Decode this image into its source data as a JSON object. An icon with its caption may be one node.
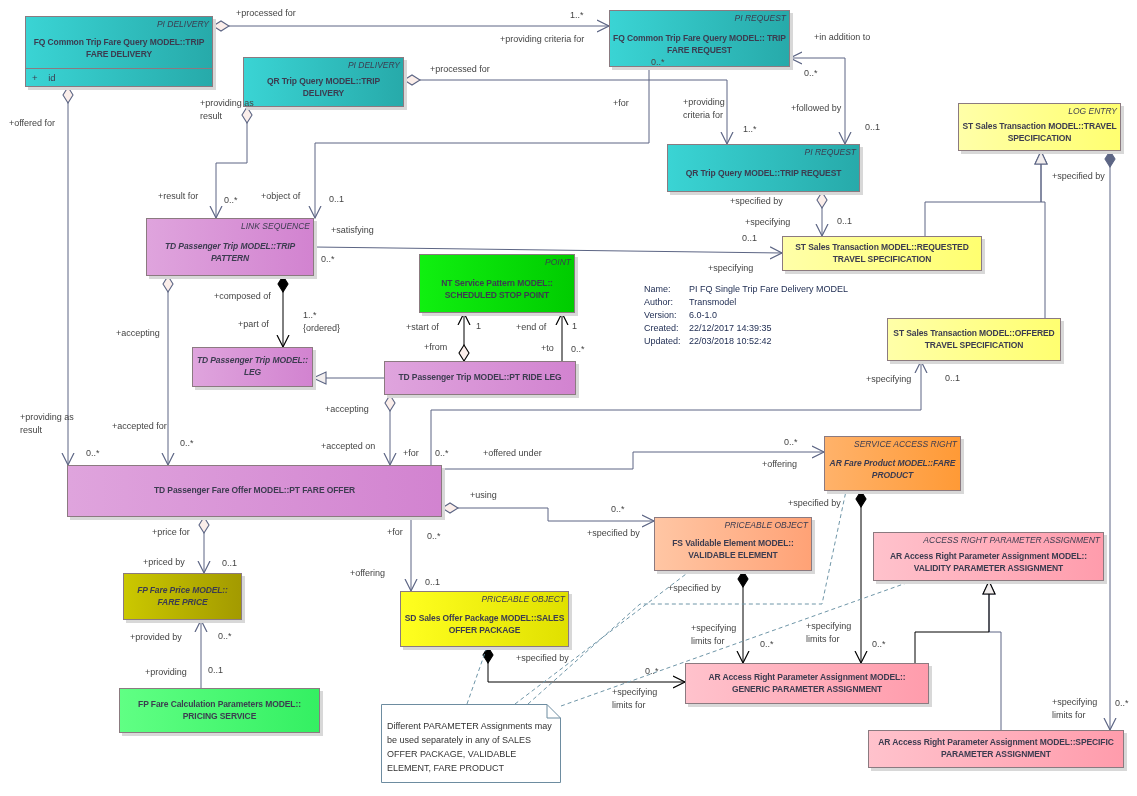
{
  "diagram": {
    "nodes": [
      {
        "text": [
          "PI DELIVERY",
          "FQ Common Trip Fare Query MODEL::TRIP FARE DELIVERY",
          "+ id"
        ]
      },
      {
        "text": [
          "PI REQUEST",
          "FQ Common Trip Fare Query MODEL:: TRIP FARE REQUEST"
        ]
      },
      {
        "text": [
          "PI DELIVERY",
          "QR Trip Query MODEL::TRIP DELIVERY"
        ]
      },
      {
        "text": [
          "PI REQUEST",
          "QR Trip Query MODEL::TRIP REQUEST"
        ]
      },
      {
        "text": [
          "LOG ENTRY",
          "ST Sales Transaction MODEL::TRAVEL SPECIFICATION"
        ]
      },
      {
        "text": [
          "LINK SEQUENCE",
          "TD Passenger Trip MODEL::TRIP PATTERN"
        ]
      },
      {
        "text": [
          "ST Sales Transaction MODEL::REQUESTED TRAVEL SPECIFICATION"
        ]
      },
      {
        "text": [
          "POINT",
          "NT Service Pattern MODEL:: SCHEDULED STOP POINT"
        ]
      },
      {
        "text": [
          "ST Sales Transaction MODEL::OFFERED TRAVEL SPECIFICATION"
        ]
      },
      {
        "text": [
          "TD Passenger Trip MODEL:: LEG"
        ]
      },
      {
        "text": [
          "TD Passenger Trip MODEL::PT RIDE LEG"
        ]
      },
      {
        "text": [
          "SERVICE ACCESS RIGHT",
          "AR Fare Product MODEL::FARE PRODUCT"
        ]
      },
      {
        "text": [
          "TD Passenger Fare Offer MODEL::PT FARE OFFER"
        ]
      },
      {
        "text": [
          "PRICEABLE OBJECT",
          "FS Validable Element MODEL:: VALIDABLE ELEMENT"
        ]
      },
      {
        "text": [
          "ACCESS RIGHT PARAMETER ASSIGNMENT",
          "AR Access Right Parameter Assignment MODEL:: VALIDITY PARAMETER ASSIGNMENT"
        ]
      },
      {
        "text": [
          "FP Fare Price MODEL:: FARE PRICE"
        ]
      },
      {
        "text": [
          "PRICEABLE OBJECT",
          "SD Sales Offer Package MODEL::SALES OFFER PACKAGE"
        ]
      },
      {
        "text": [
          "FP Fare Calculation Parameters MODEL:: PRICING SERVICE"
        ]
      },
      {
        "text": [
          "AR Access Right Parameter Assignment MODEL:: GENERIC PARAMETER ASSIGNMENT"
        ]
      },
      {
        "text": [
          "Different PARAMETER Assignments may be used separately in any of SALES OFFER PACKAGE, VALIDABLE ELEMENT, FARE PRODUCT"
        ]
      },
      {
        "text": [
          "AR Access Right Parameter Assignment MODEL::SPECIFIC PARAMETER ASSIGNMENT"
        ]
      }
    ],
    "edges": [
      {
        "from": 0,
        "to": 1,
        "arrow": "to"
      },
      {
        "from": 2,
        "to": 3,
        "arrow": "to"
      },
      {
        "from": 1,
        "to": 5,
        "arrow": "to"
      },
      {
        "from": 1,
        "to": 3,
        "arrow": "both"
      },
      {
        "from": 2,
        "to": 5,
        "arrow": "to"
      },
      {
        "from": 0,
        "to": 12,
        "arrow": "to"
      },
      {
        "from": 5,
        "to": 6,
        "arrow": "to"
      },
      {
        "from": 3,
        "to": 6,
        "arrow": "to"
      },
      {
        "from": 6,
        "to": 4,
        "arrow": "to"
      },
      {
        "from": 8,
        "to": 4,
        "arrow": "to"
      },
      {
        "from": 4,
        "to": 20,
        "arrow": "to"
      },
      {
        "from": 5,
        "to": 9,
        "arrow": "to",
        "color": "#000000"
      },
      {
        "from": 5,
        "to": 12,
        "arrow": "to"
      },
      {
        "from": 10,
        "to": 9,
        "arrow": "to"
      },
      {
        "from": 10,
        "to": 7,
        "arrow": "to",
        "color": "#000000"
      },
      {
        "from": 10,
        "to": 7,
        "arrow": "to",
        "color": "#000000"
      },
      {
        "from": 10,
        "to": 12,
        "arrow": "to"
      },
      {
        "from": 12,
        "to": 8,
        "arrow": "to"
      },
      {
        "from": 12,
        "to": 11,
        "arrow": "to"
      },
      {
        "from": 12,
        "to": 13,
        "arrow": "to"
      },
      {
        "from": 12,
        "to": 15,
        "arrow": "to"
      },
      {
        "from": 12,
        "to": 16,
        "arrow": "to"
      },
      {
        "from": 17,
        "to": 15,
        "arrow": "to"
      },
      {
        "from": 11,
        "to": 18,
        "arrow": "to",
        "color": "#000000"
      },
      {
        "from": 13,
        "to": 18,
        "arrow": "to",
        "color": "#000000"
      },
      {
        "from": 16,
        "to": 18,
        "arrow": "to",
        "color": "#000000"
      },
      {
        "from": 20,
        "to": 14,
        "arrow": "to"
      },
      {
        "from": 18,
        "to": 14,
        "arrow": "to",
        "color": "#000000"
      },
      {
        "from": 19,
        "to": 16,
        "arrow": "none",
        "style": "dashed",
        "color": "#6f96a8"
      },
      {
        "from": 19,
        "to": 13,
        "arrow": "none",
        "style": "dashed",
        "color": "#6f96a8"
      },
      {
        "from": 19,
        "to": 11,
        "arrow": "none",
        "style": "dashed",
        "color": "#6f96a8"
      },
      {
        "from": 19,
        "to": 14,
        "arrow": "none",
        "style": "dashed",
        "color": "#6f96a8"
      }
    ],
    "labels": [
      "+processed for",
      "1..*",
      "+providing criteria for",
      "+in addition to",
      "+processed for",
      "0..*",
      "0..*",
      "+providing as result",
      "+for",
      "+providing criteria for",
      "+followed by",
      "+offered for",
      "1..*",
      "0..1",
      "+specified by",
      "+result for",
      "0..*",
      "+object of",
      "0..1",
      "+specified by",
      "+satisfying",
      "+specifying",
      "0..1",
      "0..1",
      "0..*",
      "+specifying",
      "+composed of",
      "+accepting",
      "+part of",
      "1..* {ordered}",
      "+start of",
      "1",
      "+end of",
      "1",
      "+from",
      "+to",
      "0..*",
      "+specifying",
      "0..1",
      "+providing as result",
      "+accepting",
      "+accepted for",
      "0..*",
      "0..*",
      "+accepted on",
      "+for",
      "0..*",
      "+offered under",
      "0..*",
      "+offering",
      "+using",
      "0..*",
      "+specified by",
      "+price for",
      "+for",
      "0..*",
      "+specified by",
      "+priced by",
      "0..1",
      "+offering",
      "0..1",
      "+specified by",
      "+provided by",
      "0..*",
      "+specifying limits for",
      "0..*",
      "+specifying limits for",
      "0..*",
      "+specified by",
      "+providing",
      "0..1",
      "0..*",
      "+specifying limits for",
      "+specifying limits for",
      "0..*",
      "Name:",
      "PI FQ Single Trip Fare Delivery MODEL",
      "Author:",
      "Transmodel",
      "Version:",
      "6.0-1.0",
      "Created:",
      "22/12/2017 14:39:35",
      "Updated:",
      "22/03/2018 10:52:42"
    ]
  }
}
